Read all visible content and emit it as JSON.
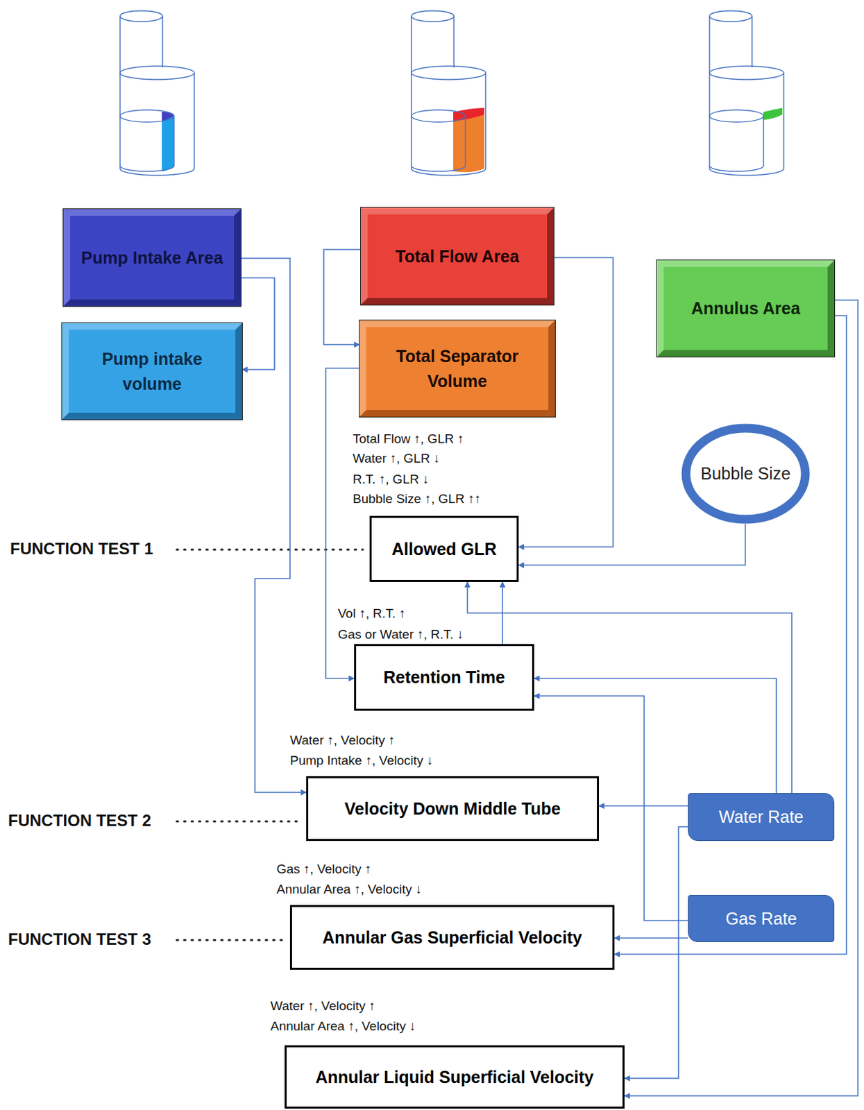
{
  "diagram": {
    "nodes": [
      {
        "text": [
          "Pump Intake Area"
        ]
      },
      {
        "text": [
          "Pump intake volume"
        ]
      },
      {
        "text": [
          "Total Flow Area"
        ]
      },
      {
        "text": [
          "Total Separator Volume"
        ]
      },
      {
        "text": [
          "Annulus Area"
        ]
      },
      {
        "text": [
          "Bubble Size"
        ]
      },
      {
        "text": [
          "Allowed GLR"
        ]
      },
      {
        "text": [
          "Retention Time"
        ]
      },
      {
        "text": [
          "Velocity Down Middle Tube"
        ]
      },
      {
        "text": [
          "Water Rate"
        ]
      },
      {
        "text": [
          "Annular Gas Superficial Velocity"
        ]
      },
      {
        "text": [
          "Gas Rate"
        ]
      },
      {
        "text": [
          "Annular Liquid Superficial Velocity"
        ]
      }
    ],
    "edges": [
      {
        "from": 0,
        "to": 1,
        "arrow": "to"
      },
      {
        "from": 0,
        "to": 8,
        "arrow": "to"
      },
      {
        "from": 2,
        "to": 3,
        "arrow": "to"
      },
      {
        "from": 2,
        "to": 6,
        "arrow": "to"
      },
      {
        "from": 3,
        "to": 7,
        "arrow": "to"
      },
      {
        "from": 4,
        "to": 10,
        "arrow": "to"
      },
      {
        "from": 4,
        "to": 12,
        "arrow": "to"
      },
      {
        "from": 5,
        "to": 6,
        "arrow": "to"
      },
      {
        "from": 7,
        "to": 6,
        "arrow": "to"
      },
      {
        "from": 9,
        "to": 6,
        "arrow": "to"
      },
      {
        "from": 9,
        "to": 7,
        "arrow": "to"
      },
      {
        "from": 9,
        "to": 8,
        "arrow": "to"
      },
      {
        "from": 9,
        "to": 12,
        "arrow": "to"
      },
      {
        "from": 11,
        "to": 7,
        "arrow": "to"
      },
      {
        "from": 11,
        "to": 10,
        "arrow": "to"
      }
    ],
    "labels": [
      "Total Flow ↑, GLR ↑",
      "Water ↑, GLR ↓",
      "R.T. ↑, GLR ↓",
      "Bubble Size ↑, GLR ↑↑",
      "Vol ↑, R.T. ↑",
      "Gas or Water ↑, R.T. ↓",
      "Water ↑, Velocity ↑",
      "Pump Intake ↑, Velocity ↓",
      "Gas ↑, Velocity ↑",
      "Annular Area ↑, Velocity ↓",
      "Water ↑, Velocity ↑",
      "Annular Area ↑, Velocity ↓",
      "FUNCTION TEST 1",
      "FUNCTION TEST 2",
      "FUNCTION TEST 3"
    ]
  }
}
